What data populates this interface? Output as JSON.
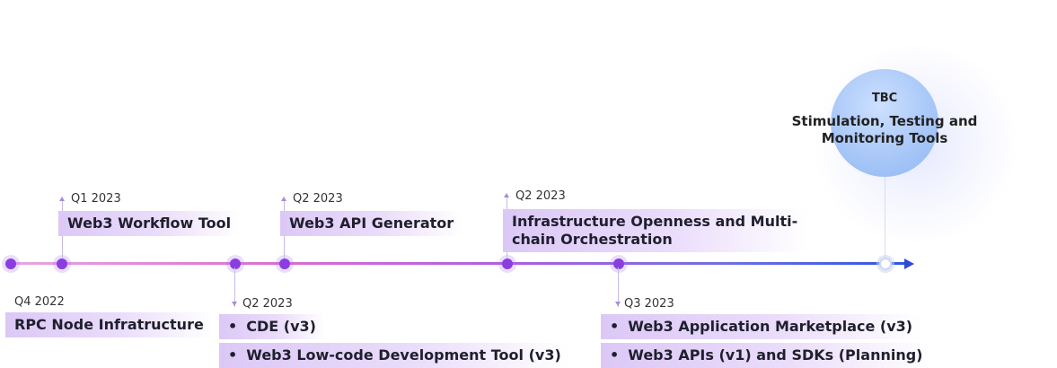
{
  "milestones_above": [
    {
      "quarter": "Q1 2023",
      "labels": [
        "Web3 Workflow Tool"
      ]
    },
    {
      "quarter": "Q2 2023",
      "labels": [
        "Web3 API Generator"
      ]
    },
    {
      "quarter": "Q2 2023",
      "labels": [
        "Infrastructure Openness and Multi-chain Orchestration"
      ]
    }
  ],
  "milestones_below": [
    {
      "quarter": "Q4 2022",
      "labels": [
        "RPC Node Infratructure"
      ]
    },
    {
      "quarter": "Q2 2023",
      "labels": [
        "CDE (v3)",
        "Web3 Low-code Development Tool (v3)"
      ]
    },
    {
      "quarter": "Q3 2023",
      "labels": [
        "Web3 Application Marketplace (v3)",
        "Web3 APIs (v1) and SDKs (Planning)"
      ]
    }
  ],
  "future": {
    "title": "TBC",
    "text": "Stimulation, Testing and Monitoring Tools"
  },
  "colors": {
    "dot": "#8a3ee0",
    "label_bg": "#dcc8f6",
    "future_circle": "#a9c8f8"
  }
}
